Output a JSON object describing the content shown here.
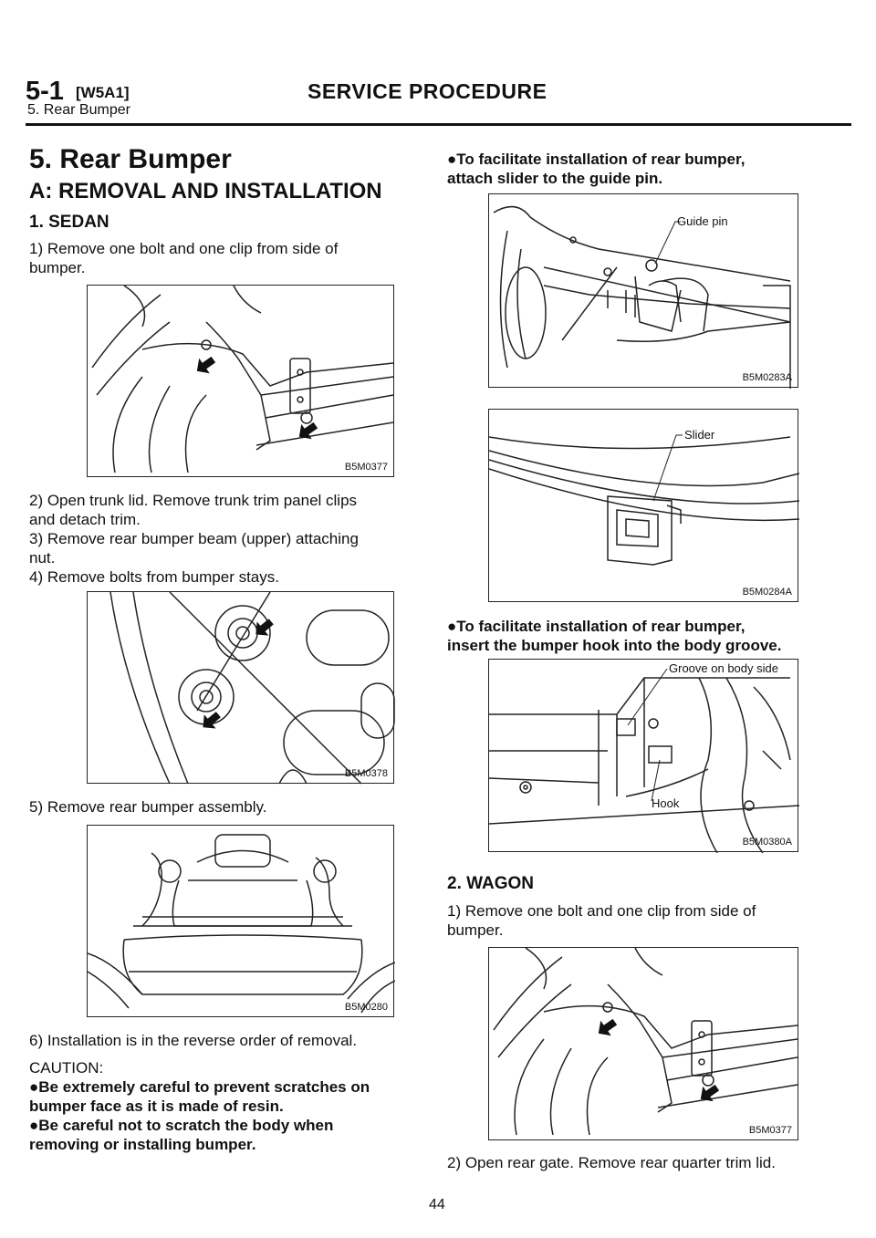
{
  "header": {
    "section_code": "5-1",
    "section_bracket": "[W5A1]",
    "section_title": "SERVICE PROCEDURE",
    "subtitle": "5. Rear Bumper"
  },
  "main": {
    "title": "5. Rear Bumper",
    "subtitle": "A: REMOVAL AND INSTALLATION",
    "sedan": {
      "heading": "1. SEDAN",
      "step1_line1": "1) Remove one bolt and one clip from side of",
      "step1_line2": "bumper.",
      "fig1_label": "B5M0377",
      "step2_line1": "2) Open trunk lid. Remove trunk trim panel clips",
      "step2_line2": "and detach trim.",
      "step3_line1": "3) Remove rear bumper beam (upper) attaching",
      "step3_line2": "nut.",
      "step4": "4) Remove bolts from bumper stays.",
      "fig2_label": "B5M0378",
      "step5": "5) Remove rear bumper assembly.",
      "fig3_label": "B5M0280",
      "step6": "6) Installation is in the reverse order of removal.",
      "caution_label": "CAUTION:",
      "caution1_line1": "Be extremely careful to prevent scratches on",
      "caution1_line2": "bumper face as it is made of resin.",
      "caution2_line1": "Be careful not to scratch the body when",
      "caution2_line2": "removing or installing bumper."
    },
    "right": {
      "note1_line1": "To facilitate installation of rear bumper,",
      "note1_line2": "attach slider to the guide pin.",
      "fig4_callout": "Guide pin",
      "fig4_label": "B5M0283A",
      "fig5_callout": "Slider",
      "fig5_label": "B5M0284A",
      "note2_line1": "To facilitate installation of rear bumper,",
      "note2_line2": "insert the bumper hook into the body groove.",
      "fig6_callout1": "Groove on body side",
      "fig6_callout2": "Hook",
      "fig6_label": "B5M0380A"
    },
    "wagon": {
      "heading": "2. WAGON",
      "step1_line1": "1) Remove one bolt and one clip from side of",
      "step1_line2": "bumper.",
      "fig7_label": "B5M0377",
      "step2": "2) Open rear gate. Remove rear quarter trim lid."
    }
  },
  "footer": {
    "page_number": "44"
  },
  "bullet": "●"
}
